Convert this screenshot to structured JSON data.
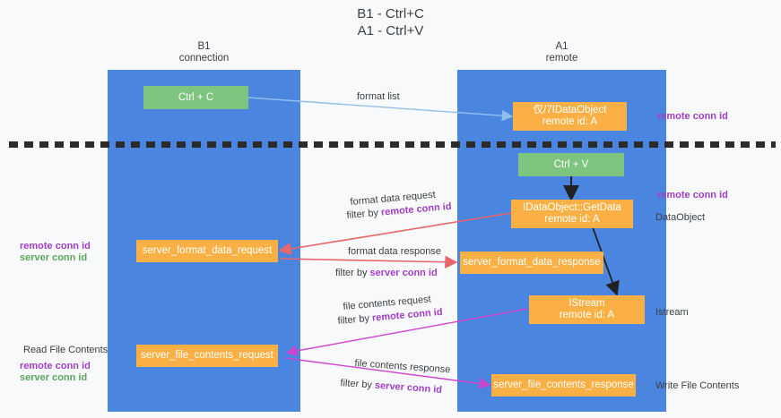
{
  "title": "B1 - Ctrl+C\nA1 - Ctrl+V",
  "columns": [
    {
      "name": "b1",
      "label": "B1\nconnection"
    },
    {
      "name": "a1",
      "label": "A1\nremote"
    }
  ],
  "nodes": {
    "ctrl_c": "Ctrl + C",
    "idataobject": "仅/7IDataObject\nremote id: A",
    "ctrl_v": "Ctrl + V",
    "getdata": "IDataObject::GetData\nremote id: A",
    "server_format_data_request": "server_format_data_request",
    "server_format_data_response": "server_format_data_response",
    "istream": "IStream\nremote id: A",
    "server_file_contents_request": "server_file_contents_request",
    "server_file_contents_response": "server_file_contents_response"
  },
  "edge_labels": {
    "format_list": "format list",
    "format_data_request": "format data request",
    "format_data_request_filter_prefix": "filter by ",
    "format_data_request_filter_key": "remote conn id",
    "format_data_response": "format data response",
    "format_data_response_filter_prefix": "filter by ",
    "format_data_response_filter_key": "server conn id",
    "file_contents_request": "file contents request",
    "file_contents_request_filter_prefix": "filter by ",
    "file_contents_request_filter_key": "remote conn id",
    "file_contents_response": "file contents response",
    "file_contents_response_filter_prefix": "filter by ",
    "file_contents_response_filter_key": "server conn id"
  },
  "annotations": {
    "right_remote_conn_id_top": "remote conn id",
    "right_remote_conn_id_mid": "remote conn id",
    "right_dataobject": "DataObject",
    "right_istream": "Istream",
    "right_write_file_contents": "Write File Contents",
    "left_remote_conn_id": "remote conn id",
    "left_server_conn_id": "server conn id",
    "left_read_file_contents": "Read File Contents",
    "left_remote_conn_id_2": "remote conn id",
    "left_server_conn_id_2": "server conn id"
  },
  "colors": {
    "panel": "#4a86e0",
    "node_green": "#7dc57f",
    "node_orange": "#fbb045",
    "key_purple": "#a13fc4",
    "key_green": "#5aa75c",
    "arrow_lightblue": "#8fc0ea",
    "arrow_red": "#e8656b",
    "arrow_magenta": "#cc44cc",
    "arrow_black": "#202124",
    "background": "#f8f9fa"
  }
}
